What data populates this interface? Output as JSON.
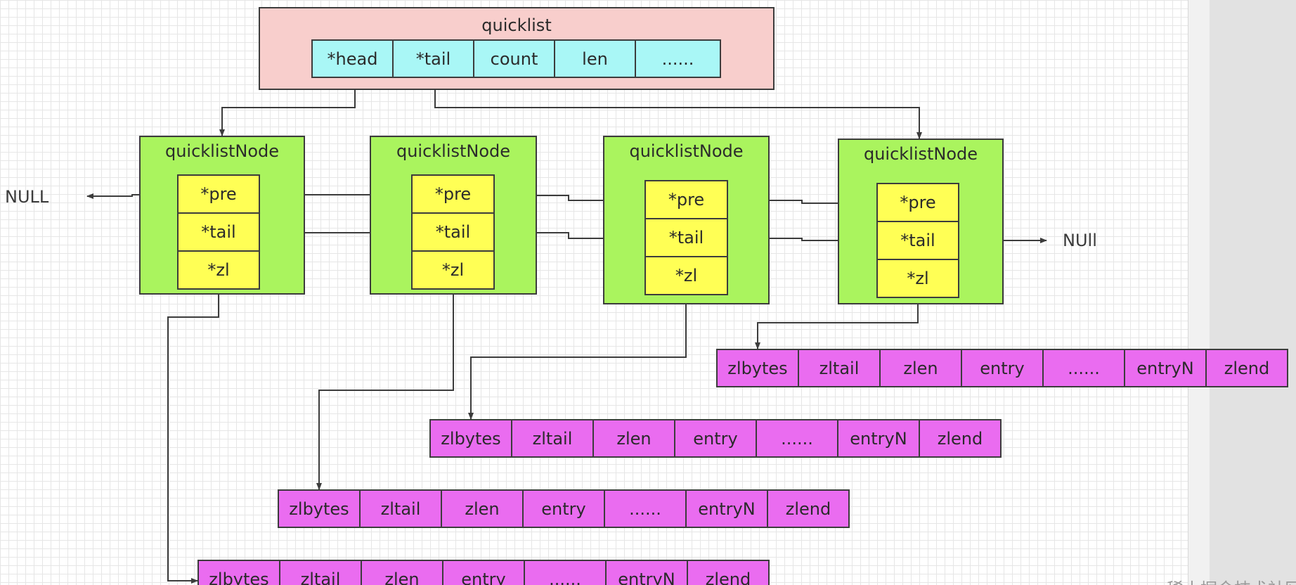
{
  "quicklist": {
    "title": "quicklist",
    "fields": [
      "*head",
      "*tail",
      "count",
      "len",
      "......"
    ]
  },
  "nodes": [
    {
      "title": "quicklistNode",
      "fields": [
        "*pre",
        "*tail",
        "*zl"
      ]
    },
    {
      "title": "quicklistNode",
      "fields": [
        "*pre",
        "*tail",
        "*zl"
      ]
    },
    {
      "title": "quicklistNode",
      "fields": [
        "*pre",
        "*tail",
        "*zl"
      ]
    },
    {
      "title": "quicklistNode",
      "fields": [
        "*pre",
        "*tail",
        "*zl"
      ]
    }
  ],
  "null_left": "NULL",
  "null_right": "NUll",
  "ziplists": [
    {
      "fields": [
        "zlbytes",
        "zltail",
        "zlen",
        "entry",
        "......",
        "entryN",
        "zlend"
      ]
    },
    {
      "fields": [
        "zlbytes",
        "zltail",
        "zlen",
        "entry",
        "......",
        "entryN",
        "zlend"
      ]
    },
    {
      "fields": [
        "zlbytes",
        "zltail",
        "zlen",
        "entry",
        "......",
        "entryN",
        "zlend"
      ]
    },
    {
      "fields": [
        "zlbytes",
        "zltail",
        "zlen",
        "entry",
        "......",
        "entryN",
        "zlend"
      ]
    }
  ],
  "watermark": "稀土掘金技术社区",
  "colors": {
    "quicklist_fill": "#f8cecc",
    "header_field_fill": "#a9f7f6",
    "node_fill": "#aaf45e",
    "node_field_fill": "#ffff55",
    "ziplist_fill": "#ea6cf0",
    "line": "#3c3c3c"
  }
}
